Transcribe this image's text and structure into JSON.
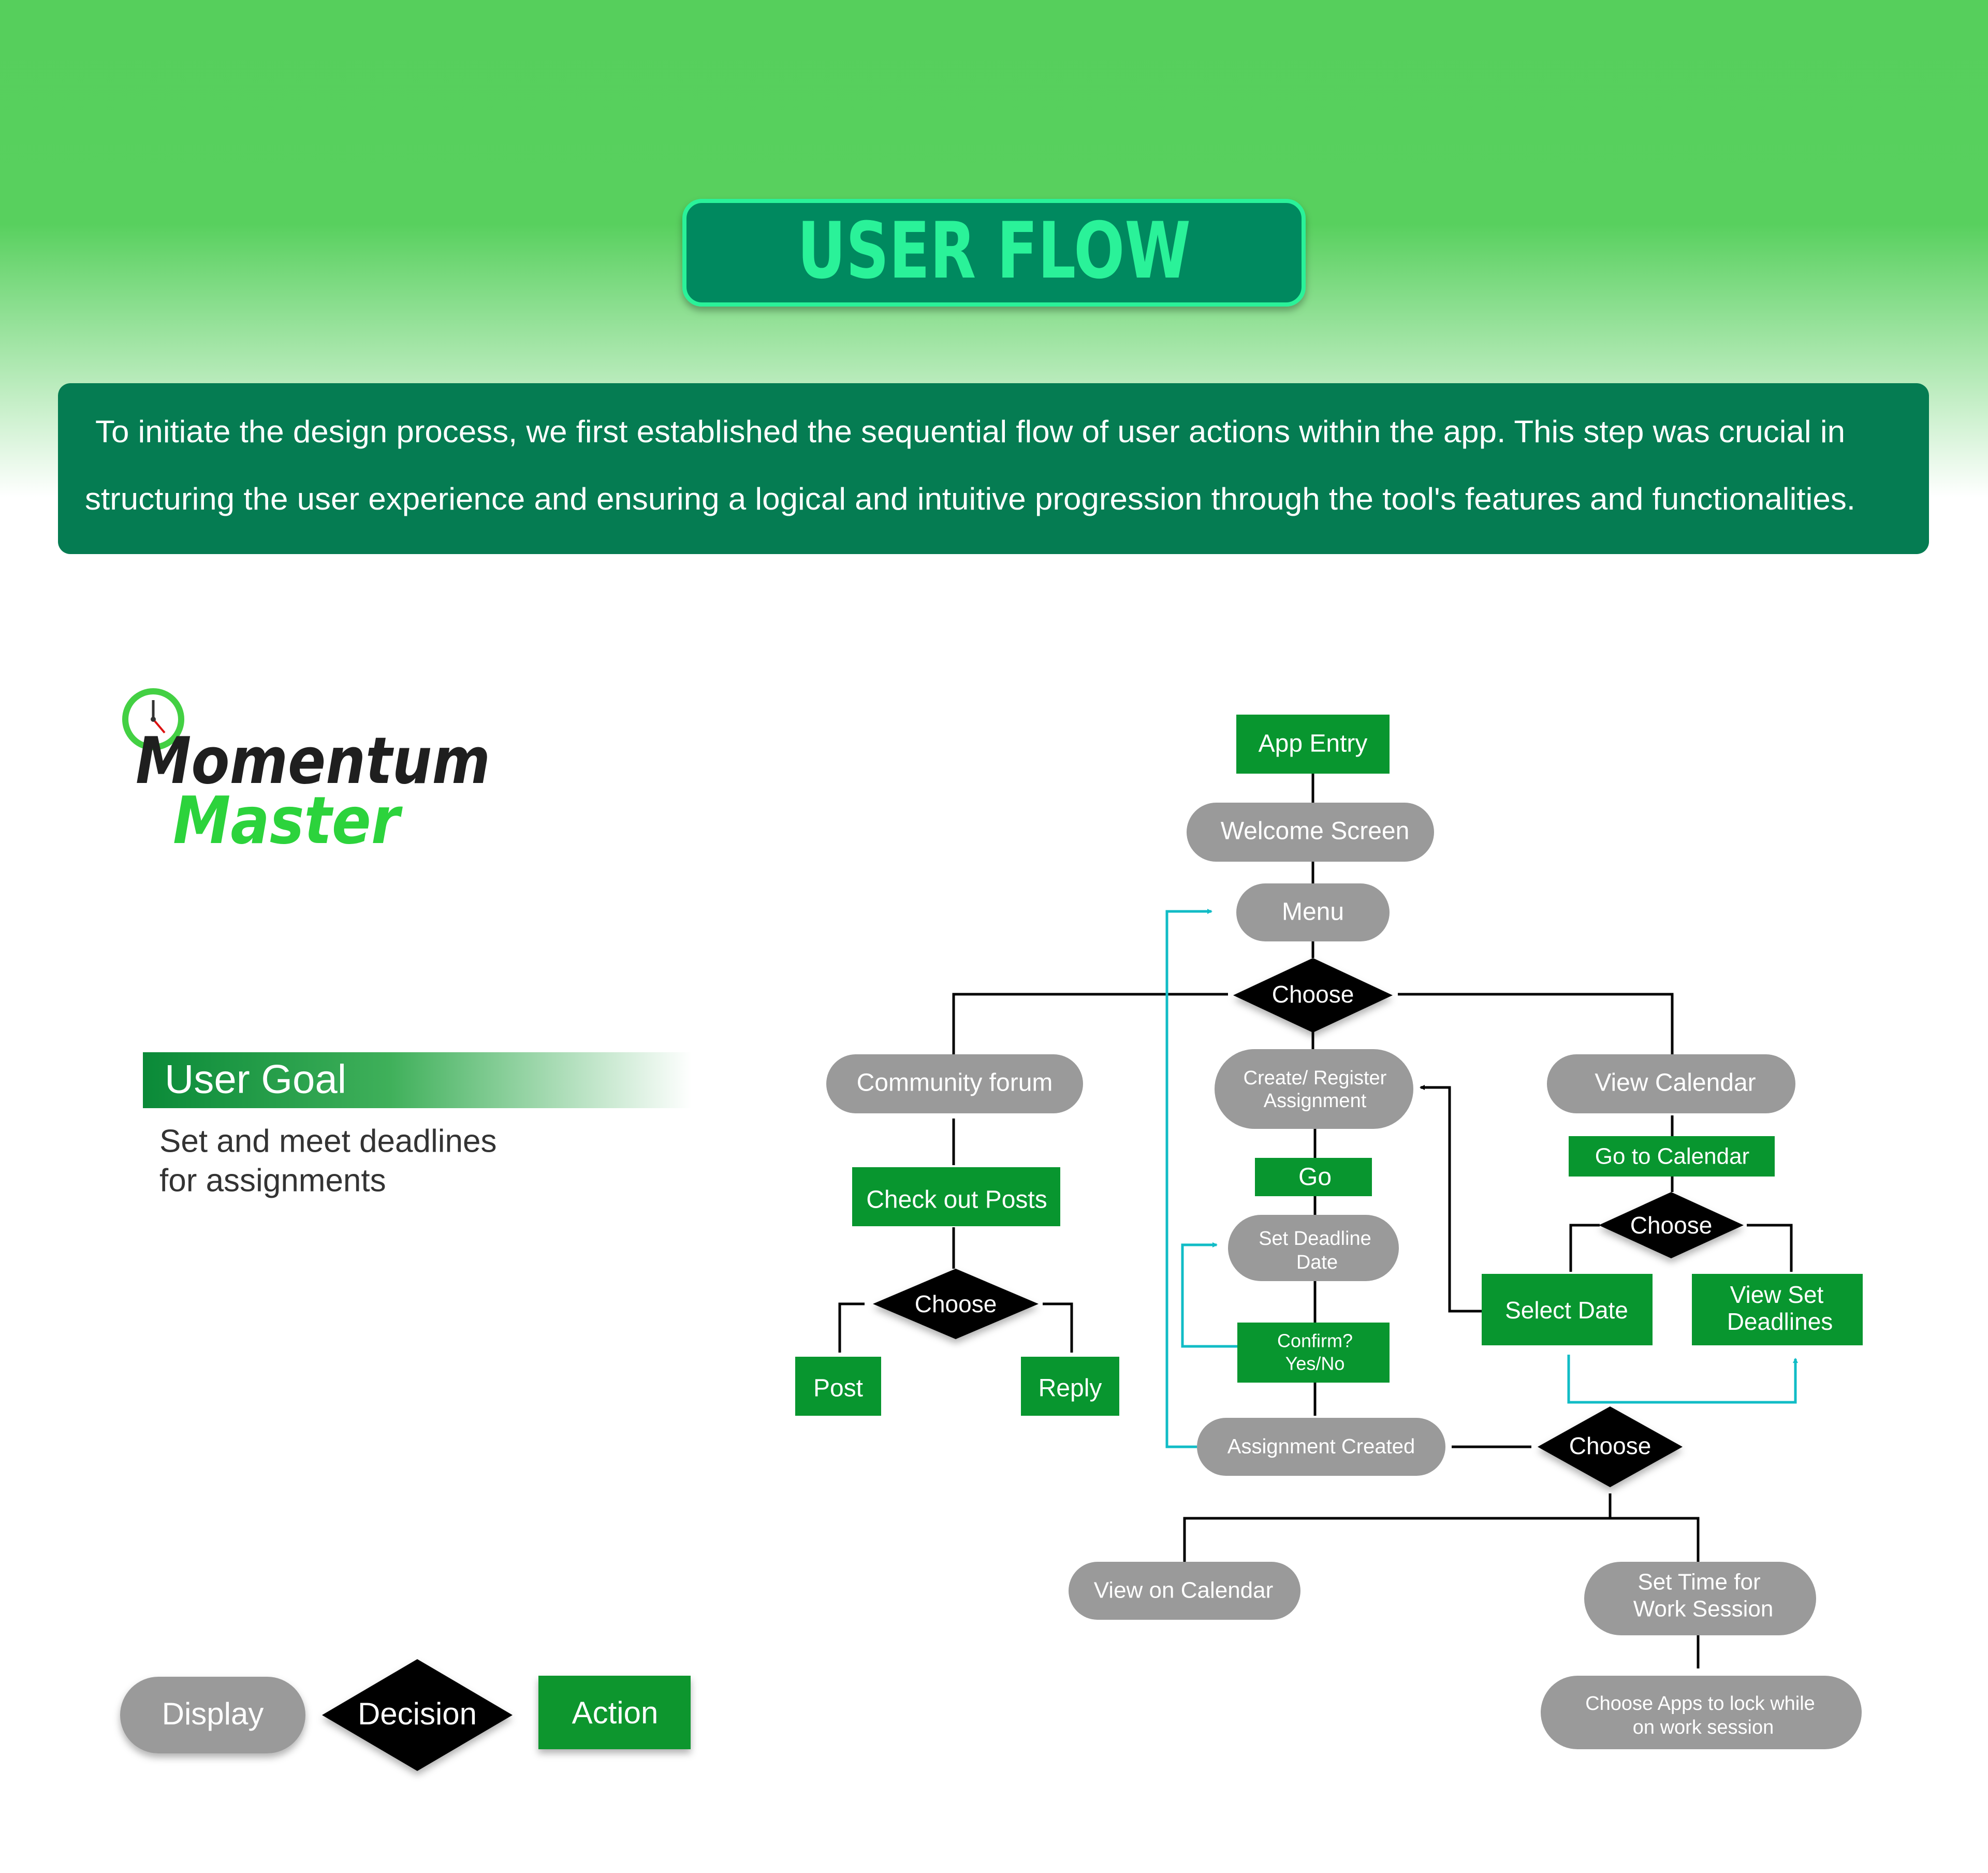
{
  "title": "USER FLOW",
  "intro": {
    "line1": "To initiate the design process, we first established the sequential flow of user actions within the app. This step was crucial in",
    "line2": "structuring the user experience and ensuring a logical and intuitive progression through the tool's features and functionalities."
  },
  "logo": {
    "line1": "Momentum",
    "line2": "Master"
  },
  "user_goal": {
    "heading": "User Goal",
    "text_line1": "Set and meet deadlines",
    "text_line2": "for assignments"
  },
  "legend": {
    "display": "Display",
    "decision": "Decision",
    "action": "Action"
  },
  "colors": {
    "banner_green": "#56cf5c",
    "dark_green": "#057c52",
    "title_green": "#2af299",
    "action_green": "#08962f",
    "display_gray": "#9a9a9a",
    "decision_black": "#000000",
    "loop_cyan": "#11bcc6"
  },
  "nodes": {
    "app_entry": "App Entry",
    "welcome_screen": "Welcome Screen",
    "menu": "Menu",
    "choose_main": "Choose",
    "community_forum": "Community forum",
    "check_out_posts": "Check out Posts",
    "choose_forum": "Choose",
    "post": "Post",
    "reply": "Reply",
    "create_register_1": "Create/ Register",
    "create_register_2": "Assignment",
    "go": "Go",
    "set_deadline_1": "Set Deadline",
    "set_deadline_2": "Date",
    "confirm_1": "Confirm?",
    "confirm_2": "Yes/No",
    "assignment_created": "Assignment Created",
    "choose_after": "Choose",
    "view_on_calendar": "View on Calendar",
    "set_time_1": "Set Time for",
    "set_time_2": "Work Session",
    "choose_apps_1": "Choose Apps to lock while",
    "choose_apps_2": "on work session",
    "view_calendar": "View Calendar",
    "go_to_calendar": "Go to Calendar",
    "choose_calendar": "Choose",
    "select_date": "Select Date",
    "view_set_1": "View Set",
    "view_set_2": "Deadlines"
  }
}
